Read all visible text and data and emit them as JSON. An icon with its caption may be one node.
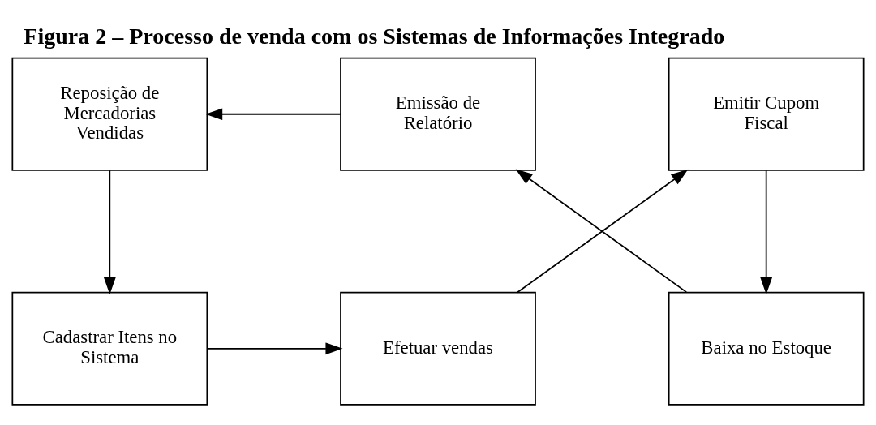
{
  "diagram": {
    "title": "Figura 2 – Processo de venda com os Sistemas de Informações Integrado",
    "nodes": [
      {
        "text": [
          "Cadastrar Itens no Sistema"
        ]
      },
      {
        "text": [
          "Efetuar vendas"
        ]
      },
      {
        "text": [
          "Emitir Cupom Fiscal"
        ]
      },
      {
        "text": [
          "Baixa no Estoque"
        ]
      },
      {
        "text": [
          "Emissão de Relatório"
        ]
      },
      {
        "text": [
          "Reposição de Mercadorias Vendidas"
        ]
      }
    ],
    "edges": [
      {
        "from": 0,
        "to": 1,
        "arrow": "to"
      },
      {
        "from": 1,
        "to": 2,
        "arrow": "to"
      },
      {
        "from": 2,
        "to": 3,
        "arrow": "to"
      },
      {
        "from": 3,
        "to": 4,
        "arrow": "to"
      },
      {
        "from": 4,
        "to": 5,
        "arrow": "to"
      },
      {
        "from": 5,
        "to": 0,
        "arrow": "to"
      }
    ]
  }
}
